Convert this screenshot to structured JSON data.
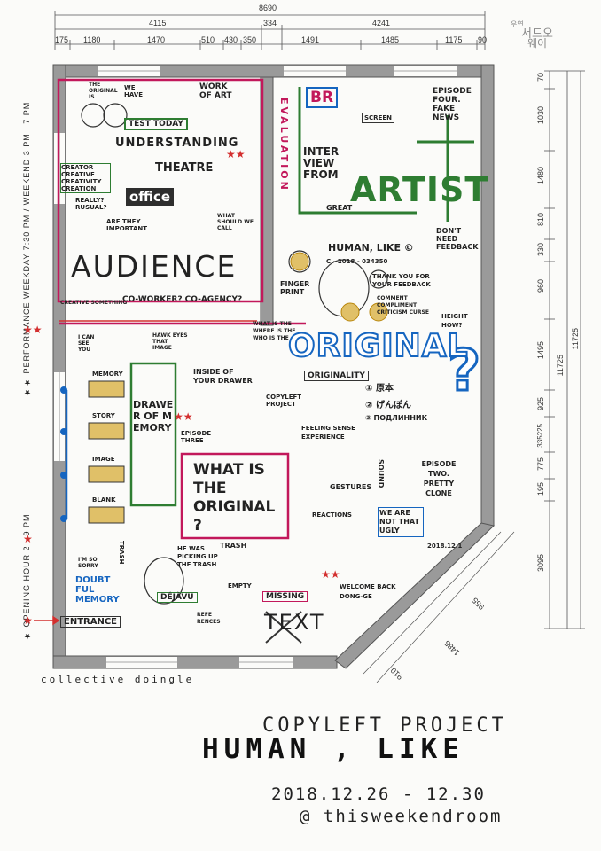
{
  "top_dims": {
    "total": "8690",
    "left_half": "4115",
    "right_half": "4241",
    "mid": "334",
    "segments": [
      "175",
      "1180",
      "1470",
      "510",
      "430",
      "350",
      "1491",
      "1485",
      "1175",
      "90"
    ]
  },
  "right_dims": [
    "70",
    "1030",
    "1480",
    "810",
    "330",
    "960",
    "1495",
    "925",
    "335225",
    "775",
    "195",
    "3095"
  ],
  "right_totals": [
    "11725",
    "11725"
  ],
  "diag_dims": [
    "955",
    "1485",
    "910"
  ],
  "logo_lines": [
    "우연",
    "서드오",
    "웨이"
  ],
  "left_strip": {
    "performance": "★★ PERFORMANCE  WEEKDAY 7:30 PM  /  WEEKEND 3 PM , 7 PM",
    "opening": "★ OPENING HOUR  2 - 9 PM"
  },
  "map": {
    "the_original_is": "THE ORIGINAL IS",
    "we_have": "WE HAVE",
    "test_today": "TEST TODAY",
    "work_of_art": "WORK OF ART",
    "understanding": "UNDERSTANDING",
    "theatre": "THEATRE",
    "creator": "CREATOR CREATIVE CREATIVITY CREATION",
    "office": "office",
    "really": "REALLY? RUSUAL?",
    "are_they_important": "ARE THEY IMPORTANT",
    "what_should_we_call": "WHAT SHOULD WE CALL",
    "audience": "AUDIENCE",
    "evaluation": "EVALUATION",
    "br": "BR",
    "screen": "SCREEN",
    "episode_four": "EPISODE FOUR. FAKE NEWS",
    "interview_from": "INTER VIEW FROM",
    "artist": "ARTIST",
    "great": "GREAT",
    "human_like": "HUMAN, LIKE ©",
    "code": "C - 2018 - 034350",
    "dont_need_feedback": "DON'T NEED FEEDBACK",
    "creative_something": "CREATIVE SOMETHING",
    "coworker": "CO-WORKER? CO-AGENCY?",
    "fingerprint": "FINGER PRINT",
    "thank_you": "THANK YOU FOR YOUR FEEDBACK",
    "comment": "COMMENT COMPLIMENT CRITICISM CURSE",
    "what_is_the": "WHAT IS THE WHERE IS THE WHO IS THE",
    "height_how": "HEIGHT HOW?",
    "i_can_see_you": "I CAN SEE YOU",
    "hawk_eyes": "HAWK EYES THAT IMAGE",
    "original": "ORIGINAL",
    "originality": "ORIGINALITY",
    "orig_list": [
      "① 原本",
      "② げんぽん",
      "③ ПОДЛИННИК"
    ],
    "inside_drawer": "INSIDE OF YOUR DRAWER",
    "copyleft_project": "COPYLEFT PROJECT",
    "drawer_of_memory": "DRAWER OF MEMORY",
    "memory_items": [
      "MEMORY",
      "STORY",
      "IMAGE",
      "BLANK"
    ],
    "episode_three": "EPISODE THREE",
    "feeling": "FEELING SENSE EXPERIENCE",
    "what_is_the_original": "WHAT IS THE ORIGINAL ?",
    "sound": "SOUND",
    "episode_two": "EPISODE TWO. PRETTY CLONE",
    "gestures": "GESTURES",
    "reactions": "REACTIONS",
    "we_are_not_that_ugly": "WE ARE NOT THAT UGLY",
    "date_small": "2018.12.1",
    "im_so_sorry": "I'M SO SORRY",
    "trash": "TRASH",
    "he_was": "HE WAS PICKING UP THE TRASH",
    "doubtful_memory": "DOUBT FUL MEMORY",
    "dejavu": "DÉJÀVU",
    "references": "REFE RENCES",
    "empty": "EMPTY",
    "missing": "MISSING",
    "text": "TEXT",
    "welcome_back": "WELCOME BACK DONG-GE",
    "entrance": "ENTRANCE"
  },
  "collective": "collective doingle",
  "title_line1": "COPYLEFT PROJECT",
  "title_line2": "HUMAN , LIKE",
  "dates": "2018.12.26 - 12.30",
  "venue": "@ thisweekendroom",
  "colors": {
    "magenta": "#c2185b",
    "green": "#2e7d32",
    "blue": "#1565c0",
    "red": "#d32f2f",
    "wall": "#9a9a9a",
    "gold": "#d4a017"
  }
}
